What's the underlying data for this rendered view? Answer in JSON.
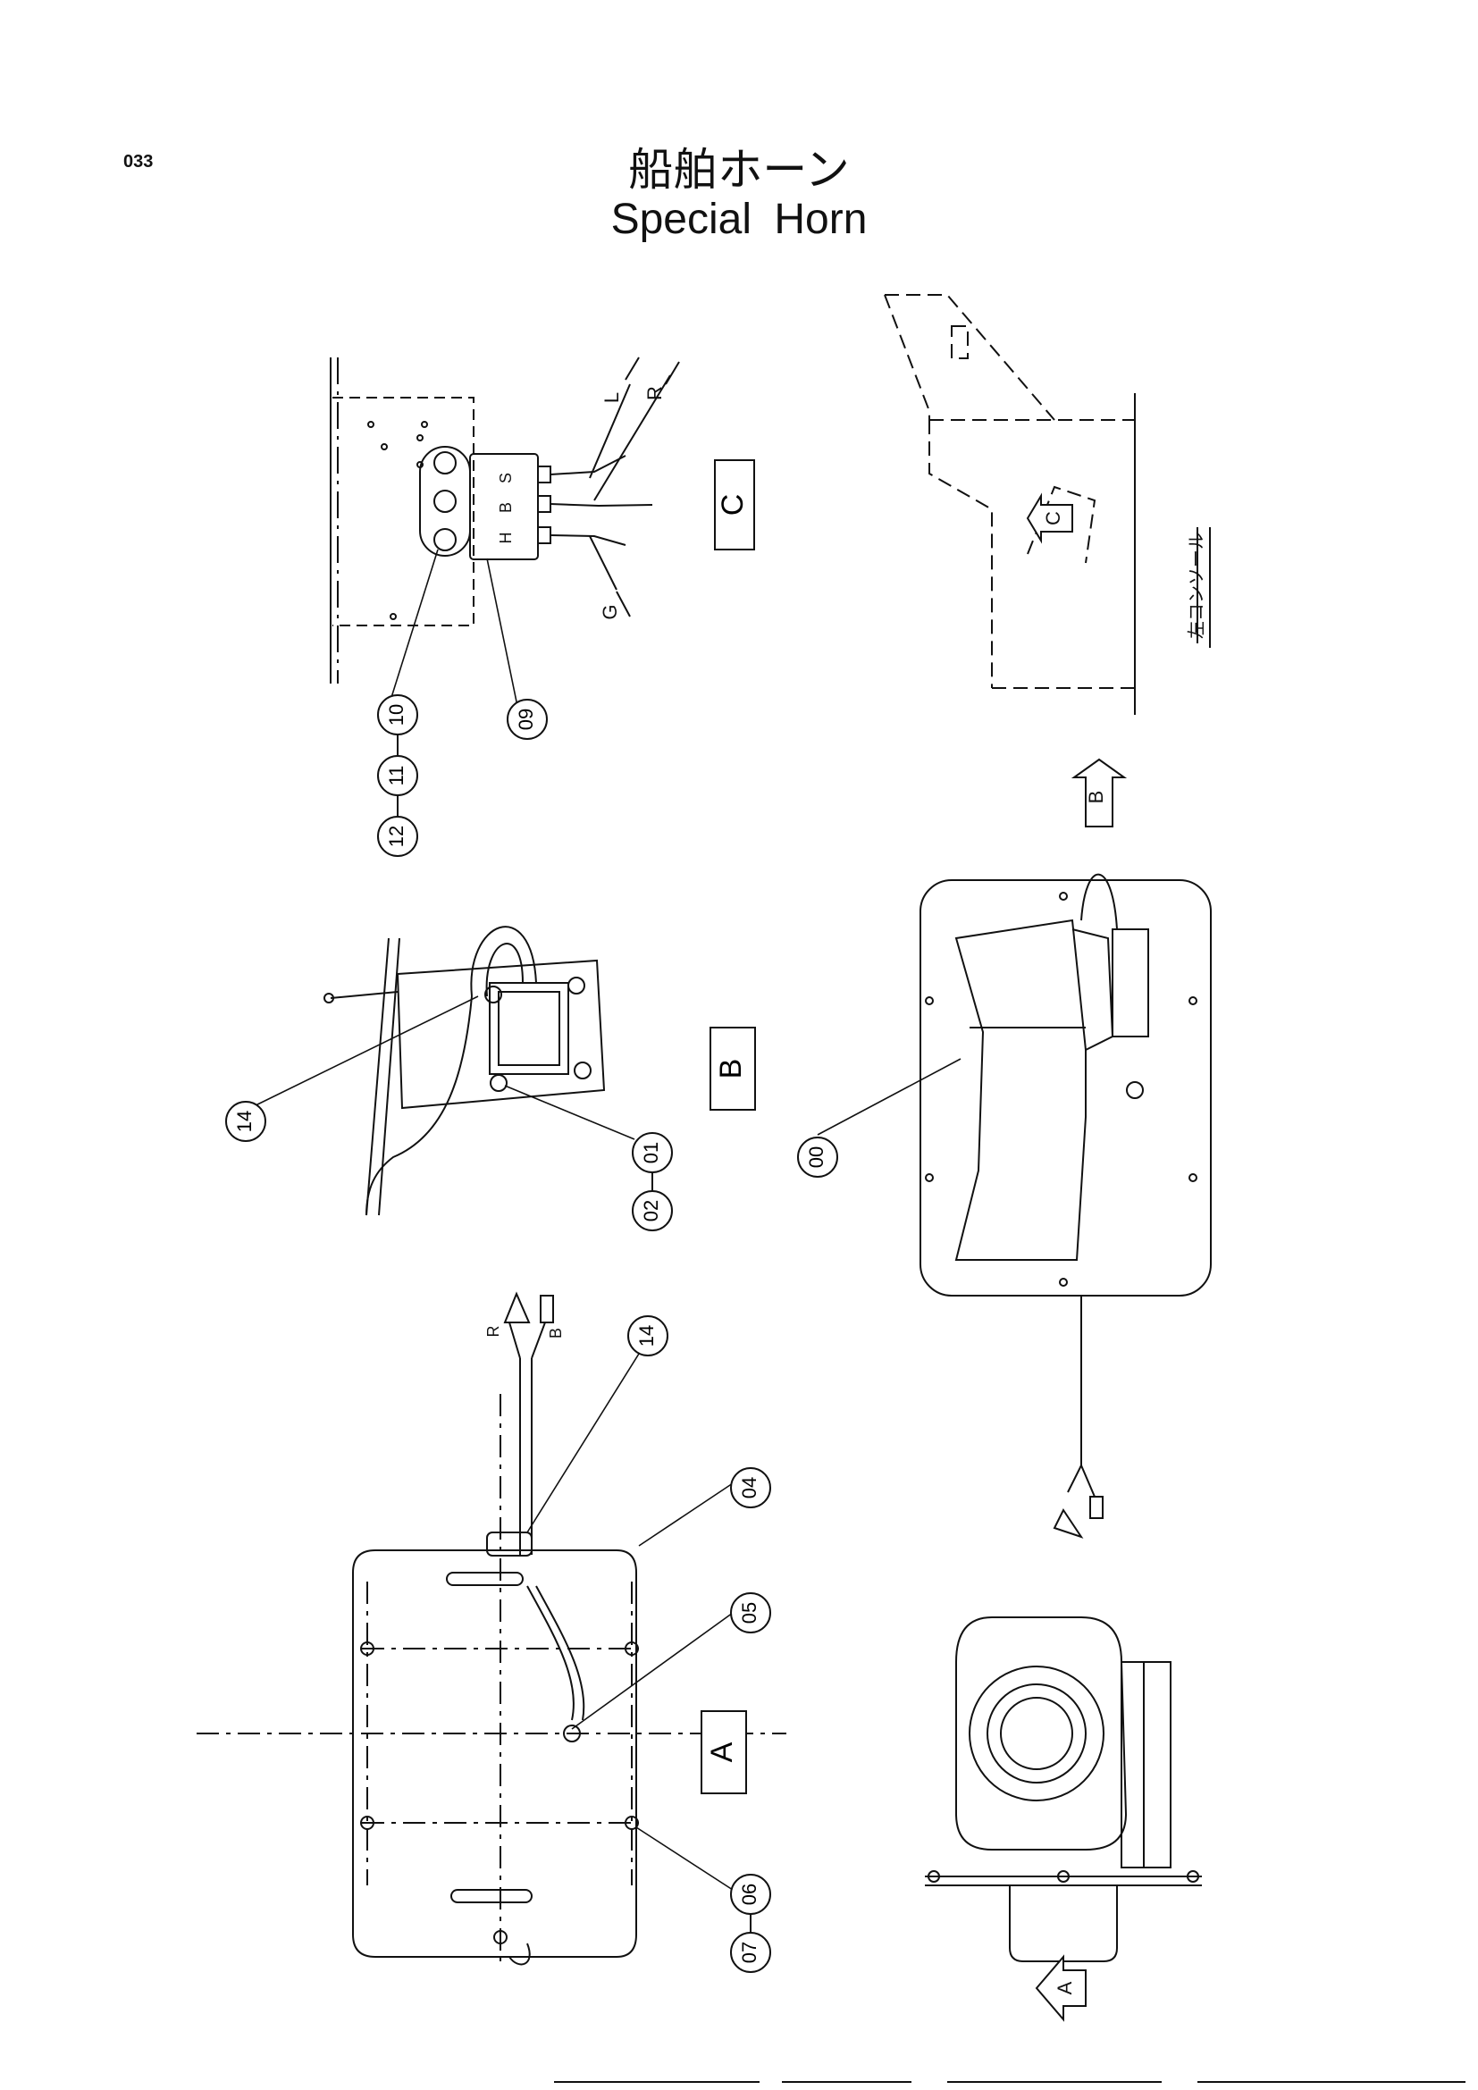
{
  "page_number": "033",
  "title_jp": "船舶ホーン",
  "title_en": "Special  Horn",
  "view_labels": {
    "a": "A",
    "b": "B",
    "c": "C"
  },
  "wire_labels": {
    "l": "L",
    "r": "R",
    "g": "G",
    "h": "H",
    "b": "B",
    "s": "S"
  },
  "harness_labels": {
    "r": "R",
    "b": "B"
  },
  "jp_note": "左コンソール",
  "part_callouts": [
    "00",
    "01",
    "02",
    "04",
    "05",
    "06",
    "07",
    "09",
    "10",
    "11",
    "12",
    "14",
    "14"
  ]
}
